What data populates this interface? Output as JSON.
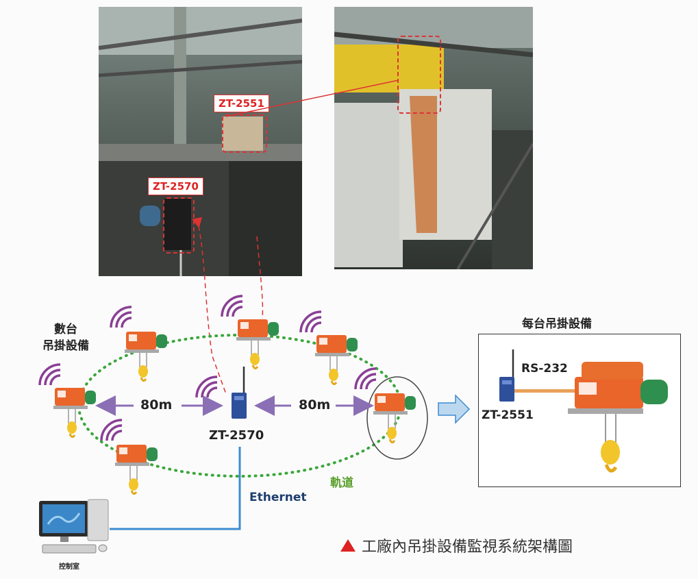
{
  "photos": {
    "left_label": "ZT-2570",
    "right_label": "ZT-2551"
  },
  "network": {
    "multi_hoist_label_line1": "數台",
    "multi_hoist_label_line2": "吊掛設備",
    "distance_left": "80m",
    "distance_right": "80m",
    "gateway_label": "ZT-2570",
    "track_label": "軌道",
    "ethernet_label": "Ethernet",
    "control_room_label": "控制室"
  },
  "detail": {
    "title": "每台吊掛設備",
    "interface_label": "RS-232",
    "device_label": "ZT-2551"
  },
  "caption": "工廠內吊掛設備監視系統架構圖",
  "colors": {
    "hoist_orange": "#e9652a",
    "motor_green": "#2f8f4e",
    "track_dotted": "#3aa63a",
    "arrow_purple": "#8b6fb5",
    "wifi_purple": "#8a3f95",
    "ethernet_blue": "#3d8bd0",
    "link_red": "#d33",
    "track_label_green": "#5aa02c"
  }
}
